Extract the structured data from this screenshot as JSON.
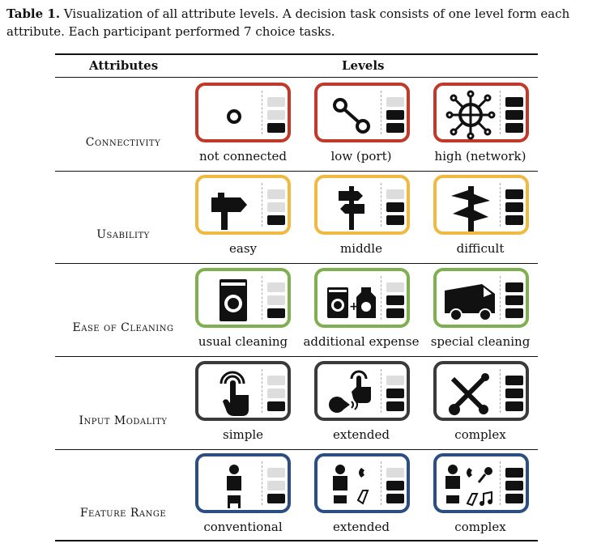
{
  "caption": {
    "label": "Table 1.",
    "text": "Visualization of all attribute levels. A decision task consists of one level form each attribute. Each participant performed 7 choice tasks."
  },
  "table": {
    "header_attributes": "Attributes",
    "header_levels": "Levels",
    "rows": [
      {
        "attribute": "Connectivity",
        "color": "#c0392b",
        "levels": [
          {
            "label": "not connected",
            "icon": "single-node-icon",
            "filled": 1
          },
          {
            "label": "low (port)",
            "icon": "two-node-link-icon",
            "filled": 2
          },
          {
            "label": "high (network)",
            "icon": "network-globe-icon",
            "filled": 3
          }
        ]
      },
      {
        "attribute": "Usability",
        "color": "#f0b942",
        "levels": [
          {
            "label": "easy",
            "icon": "signpost-one-icon",
            "filled": 1
          },
          {
            "label": "middle",
            "icon": "signpost-two-icon",
            "filled": 2
          },
          {
            "label": "difficult",
            "icon": "signpost-many-icon",
            "filled": 3
          }
        ]
      },
      {
        "attribute": "Ease of Cleaning",
        "color": "#7fb050",
        "levels": [
          {
            "label": "usual cleaning",
            "icon": "washing-machine-icon",
            "filled": 1
          },
          {
            "label": "additional expense",
            "icon": "machine-plus-detergent-icon",
            "filled": 2
          },
          {
            "label": "special cleaning",
            "icon": "service-van-icon",
            "filled": 3
          }
        ]
      },
      {
        "attribute": "Input Modality",
        "color": "#3a3a3a",
        "levels": [
          {
            "label": "simple",
            "icon": "touch-icon",
            "filled": 1
          },
          {
            "label": "extended",
            "icon": "touch-voice-icon",
            "filled": 2
          },
          {
            "label": "complex",
            "icon": "tools-touch-voice-icon",
            "filled": 3
          }
        ]
      },
      {
        "attribute": "Feature Range",
        "color": "#2c4e80",
        "levels": [
          {
            "label": "conventional",
            "icon": "person-chair-icon",
            "filled": 1
          },
          {
            "label": "extended",
            "icon": "person-chair-phone-icon",
            "filled": 2
          },
          {
            "label": "complex",
            "icon": "person-chair-phone-key-music-icon",
            "filled": 3
          }
        ]
      }
    ]
  }
}
